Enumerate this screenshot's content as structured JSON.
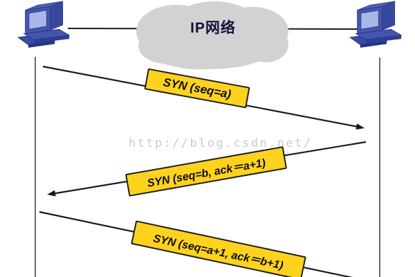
{
  "diagram": {
    "network_label": "IP网络",
    "watermark": "http://blog.csdn.net/",
    "icons": {
      "left_node": "computer-icon",
      "right_node": "computer-icon",
      "network": "cloud-icon"
    },
    "messages": [
      {
        "step": 1,
        "label": "SYN (seq=a)",
        "from": "left-host",
        "to": "right-host"
      },
      {
        "step": 2,
        "label": "SYN (seq=b, ack＝a+1)",
        "from": "right-host",
        "to": "left-host"
      },
      {
        "step": 3,
        "label": "SYN (seq=a+1, ack＝b+1)",
        "from": "left-host",
        "to": "right-host"
      }
    ],
    "colors": {
      "label_background": "#FFD21E",
      "label_border": "#1e1e1e",
      "cloud_fill": "#d2d2d2",
      "arrow_line": "#1a1a1a",
      "lifeline": "#444444",
      "computer_primary": "#4456ab",
      "computer_dark": "#2c3b92",
      "computer_screen": "#aab6e6",
      "watermark_text": "#cbcbcb",
      "network_label_text": "#12123a"
    }
  }
}
